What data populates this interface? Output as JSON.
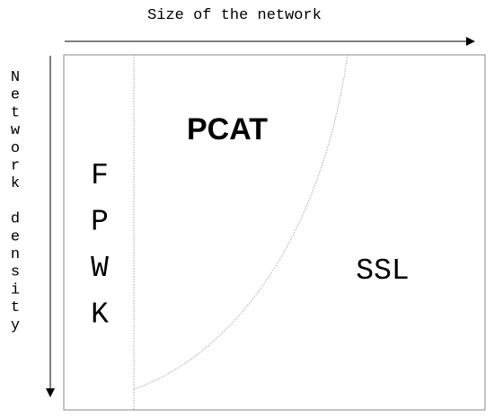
{
  "x_axis": {
    "label": "Size of the network"
  },
  "y_axis": {
    "label": "Network density"
  },
  "regions": {
    "left": "FPWK",
    "top": "PCAT",
    "right": "SSL"
  },
  "colors": {
    "ink": "#000000",
    "frame": "#888888",
    "divider": "#aaaaaa"
  }
}
